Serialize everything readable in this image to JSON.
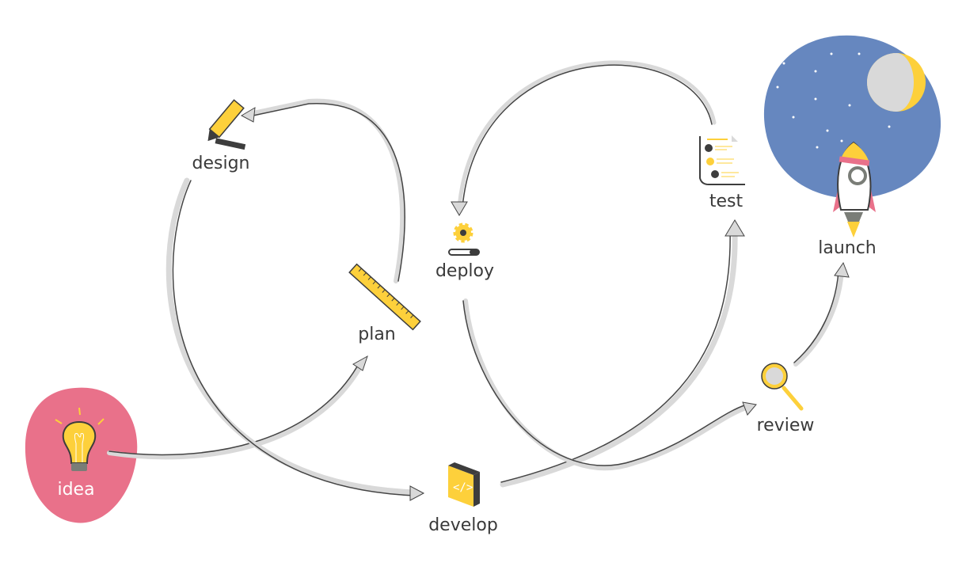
{
  "stages": [
    {
      "id": "idea",
      "label": "idea"
    },
    {
      "id": "plan",
      "label": "plan"
    },
    {
      "id": "design",
      "label": "design"
    },
    {
      "id": "develop",
      "label": "develop"
    },
    {
      "id": "test",
      "label": "test"
    },
    {
      "id": "deploy",
      "label": "deploy"
    },
    {
      "id": "review",
      "label": "review"
    },
    {
      "id": "launch",
      "label": "launch"
    }
  ],
  "flow": [
    [
      "idea",
      "plan"
    ],
    [
      "plan",
      "design"
    ],
    [
      "design",
      "develop"
    ],
    [
      "develop",
      "test"
    ],
    [
      "test",
      "deploy"
    ],
    [
      "deploy",
      "review"
    ],
    [
      "review",
      "launch"
    ]
  ],
  "colors": {
    "idea_blob": "#e9718a",
    "launch_blob": "#6687bf",
    "accent": "#fdd03b",
    "dark": "#3d3d3d",
    "arrow": "#d9d9d9"
  }
}
